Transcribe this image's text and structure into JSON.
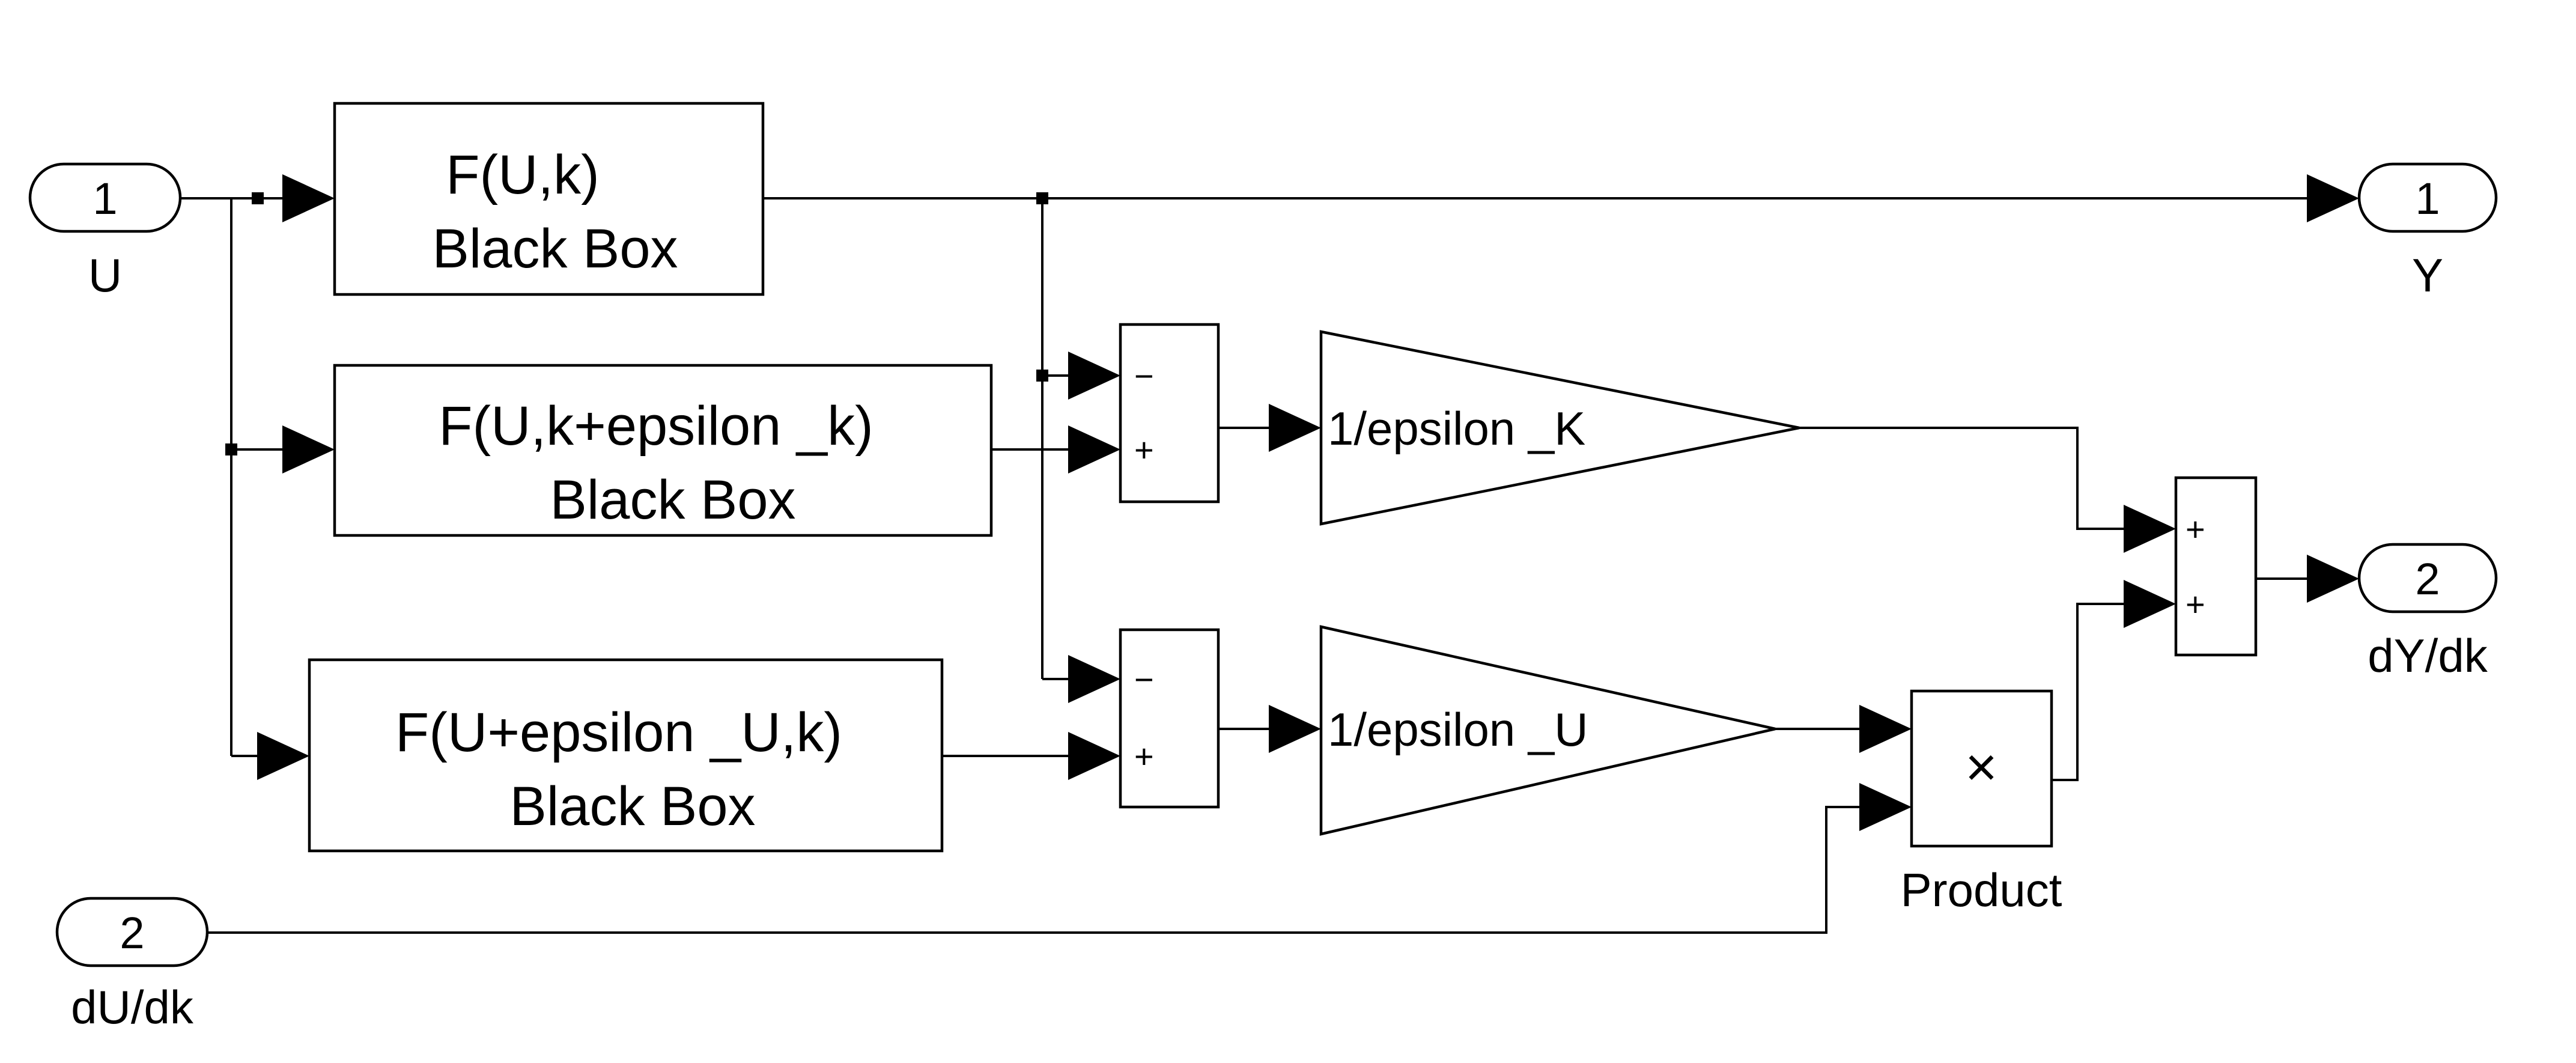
{
  "inports": [
    {
      "number": "1",
      "label": "U"
    },
    {
      "number": "2",
      "label": "dU/dk"
    }
  ],
  "outports": [
    {
      "number": "1",
      "label": "Y"
    },
    {
      "number": "2",
      "label": "dY/dk"
    }
  ],
  "blocks": {
    "bb1": {
      "line1": "F(U,k)",
      "line2": "Black Box"
    },
    "bb2": {
      "line1": "F(U,k+epsilon _k)",
      "line2": "Black Box"
    },
    "bb3": {
      "line1": "F(U+epsilon _U,k)",
      "line2": "Black Box"
    }
  },
  "sums": {
    "sum_k": {
      "top_sign": "−",
      "bottom_sign": "+"
    },
    "sum_u": {
      "top_sign": "−",
      "bottom_sign": "+"
    },
    "sum_out": {
      "top_sign": "+",
      "bottom_sign": "+"
    }
  },
  "gains": {
    "gain_k": "1/epsilon _K",
    "gain_u": "1/epsilon _U"
  },
  "product": {
    "symbol": "×",
    "label": "Product"
  },
  "colors": {
    "line": "#000000",
    "background": "#ffffff"
  }
}
